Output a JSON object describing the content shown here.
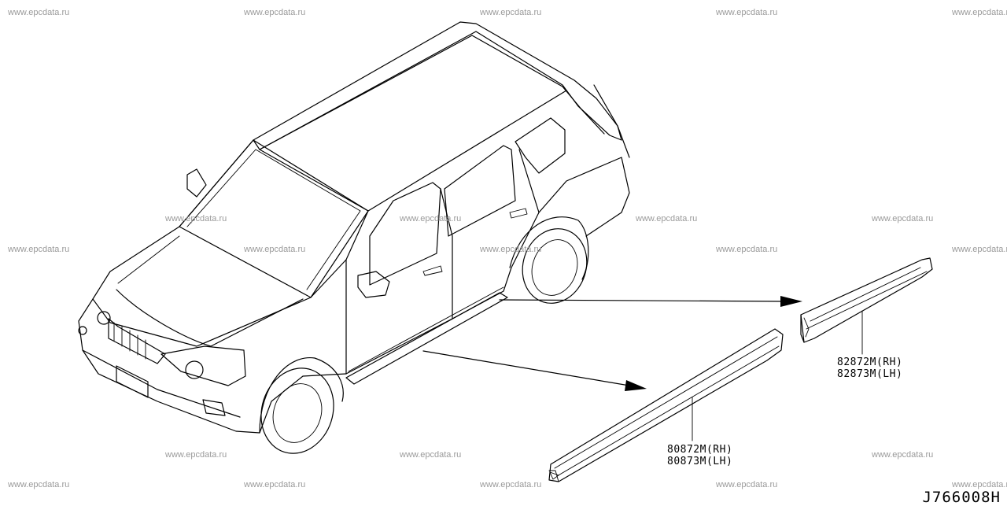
{
  "watermark_text": "www.epcdata.ru",
  "diagram_code": "J766008H",
  "parts": [
    {
      "rh": "82872M(RH)",
      "lh": "82873M(LH)"
    },
    {
      "rh": "80872M(RH)",
      "lh": "80873M(LH)"
    }
  ]
}
